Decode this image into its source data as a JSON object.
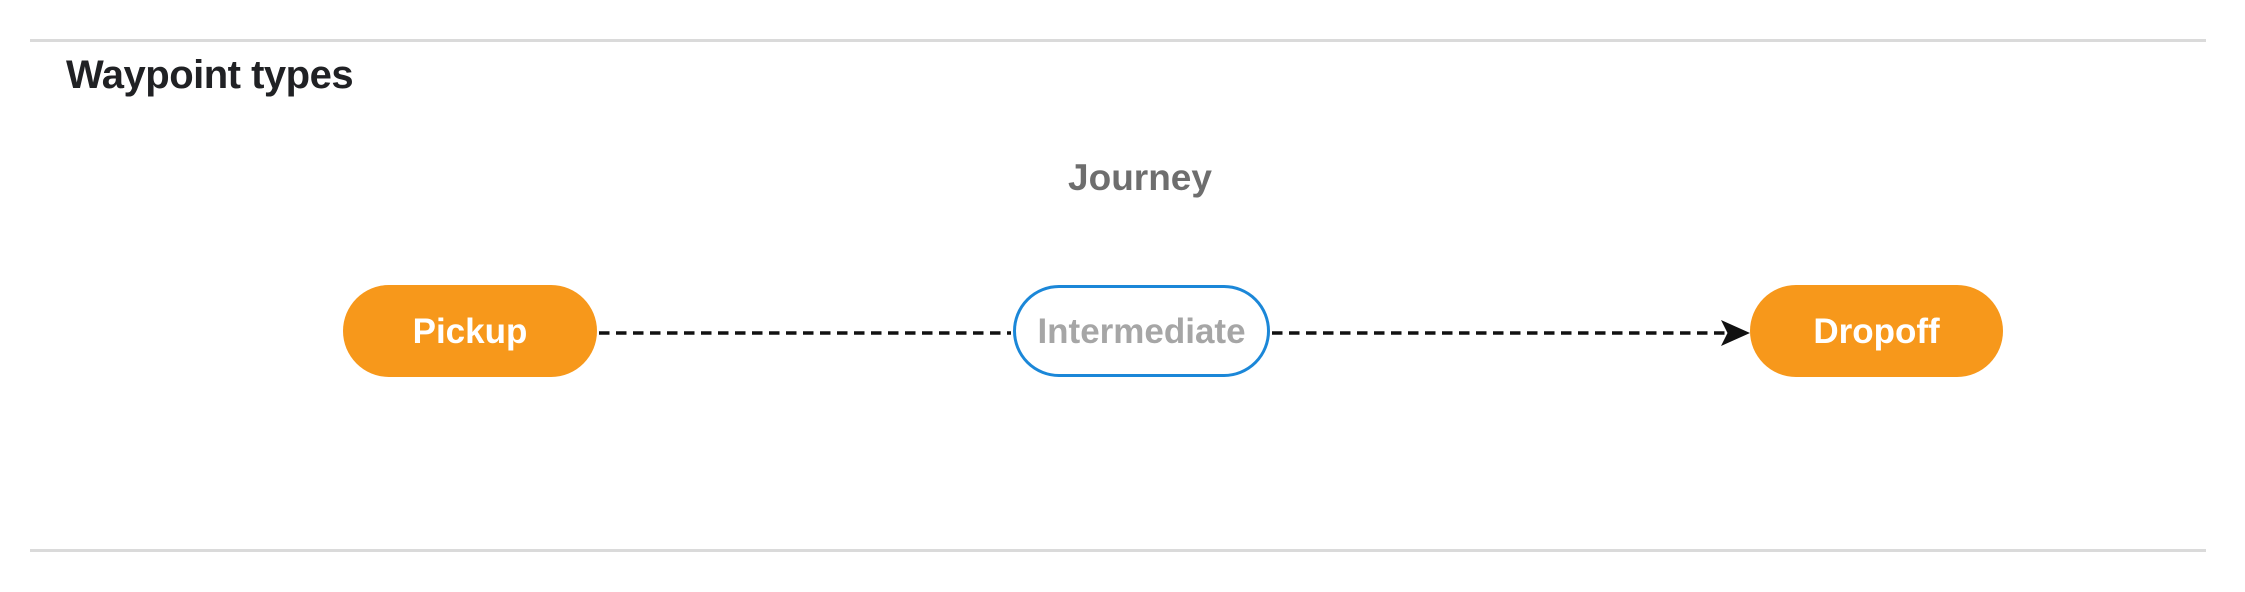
{
  "section": {
    "title": "Waypoint types"
  },
  "diagram": {
    "journey_label": "Journey",
    "nodes": [
      {
        "label": "Pickup"
      },
      {
        "label": "Intermediate"
      },
      {
        "label": "Dropoff"
      }
    ],
    "colors": {
      "endpoint_fill": "#f7981b",
      "endpoint_text": "#ffffff",
      "intermediate_border": "#1b87d8",
      "intermediate_text": "#a6a6a6",
      "journey_label_text": "#6e6e6e",
      "section_title_text": "#202124",
      "connector_stroke": "#111111",
      "divider": "#dadada"
    }
  }
}
